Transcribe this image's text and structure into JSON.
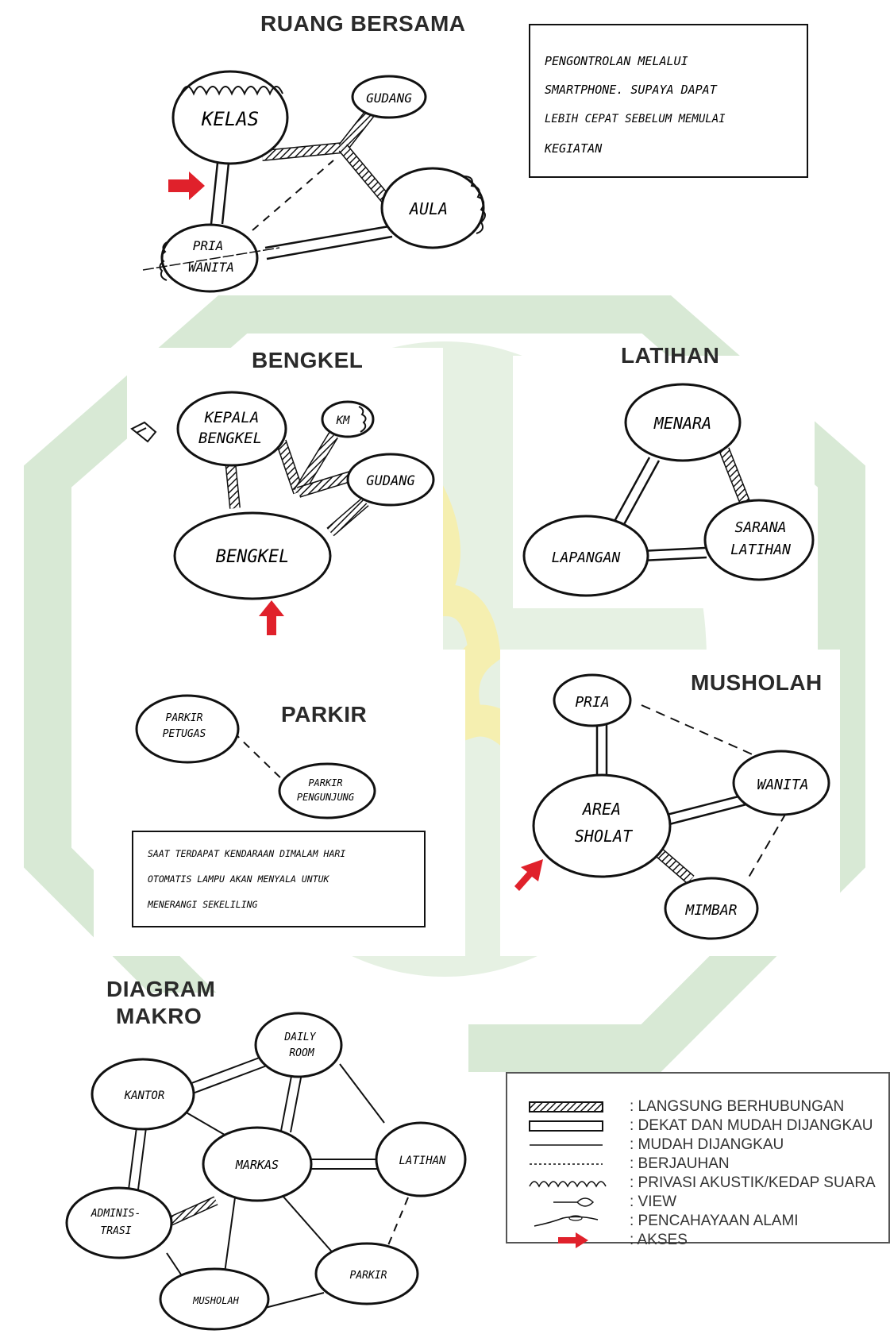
{
  "sections": {
    "ruang_bersama": {
      "title": "RUANG BERSAMA",
      "nodes": {
        "kelas": "KELAS",
        "gudang": "GUDANG",
        "aula": "AULA",
        "pria": "PRIA",
        "wanita": "WANITA"
      },
      "note_lines": [
        "PENGONTROLAN MELALUI",
        "SMARTPHONE. SUPAYA DAPAT",
        "LEBIH CEPAT SEBELUM MEMULAI",
        "KEGIATAN"
      ]
    },
    "bengkel": {
      "title": "BENGKEL",
      "nodes": {
        "kepala_1": "KEPALA",
        "kepala_2": "BENGKEL",
        "km": "KM",
        "gudang": "GUDANG",
        "bengkel": "BENGKEL"
      }
    },
    "latihan": {
      "title": "LATIHAN",
      "nodes": {
        "menara": "MENARA",
        "lapangan": "LAPANGAN",
        "sarana_1": "SARANA",
        "sarana_2": "LATIHAN"
      }
    },
    "parkir": {
      "title": "PARKIR",
      "nodes": {
        "petugas_1": "PARKIR",
        "petugas_2": "PETUGAS",
        "pengunjung_1": "PARKIR",
        "pengunjung_2": "PENGUNJUNG"
      },
      "note_lines": [
        "SAAT TERDAPAT KENDARAAN DIMALAM HARI",
        "OTOMATIS LAMPU AKAN MENYALA UNTUK",
        "MENERANGI SEKELILING"
      ]
    },
    "musholah": {
      "title": "MUSHOLAH",
      "nodes": {
        "pria": "PRIA",
        "wanita": "WANITA",
        "area_1": "AREA",
        "area_2": "SHOLAT",
        "mimbar": "MIMBAR"
      }
    },
    "diagram_makro": {
      "title_line1": "DIAGRAM",
      "title_line2": "MAKRO",
      "nodes": {
        "daily_1": "DAILY",
        "daily_2": "ROOM",
        "kantor": "KANTOR",
        "markas": "MARKAS",
        "latihan": "LATIHAN",
        "admin_1": "ADMINIS-",
        "admin_2": "TRASI",
        "parkir": "PARKIR",
        "musholah": "MUSHOLAH"
      }
    }
  },
  "legend": {
    "items": [
      {
        "symbol": "hatched-bar",
        "label": ": LANGSUNG BERHUBUNGAN"
      },
      {
        "symbol": "double-line",
        "label": ": DEKAT DAN MUDAH DIJANGKAU"
      },
      {
        "symbol": "single-line",
        "label": ": MUDAH DIJANGKAU"
      },
      {
        "symbol": "dotted-line",
        "label": ": BERJAUHAN"
      },
      {
        "symbol": "wave-line",
        "label": ": PRIVASI AKUSTIK/KEDAP SUARA"
      },
      {
        "symbol": "eye-view",
        "label": ": VIEW"
      },
      {
        "symbol": "sun-wave",
        "label": ": PENCAHAYAAN ALAMI"
      },
      {
        "symbol": "red-arrow",
        "label": ": AKSES"
      }
    ]
  },
  "colors": {
    "ink": "#111111",
    "arrow": "#e0212b",
    "watermark_green": "#dcebd9",
    "watermark_yellow": "#f7f1b5",
    "title": "#2a2a2a"
  }
}
